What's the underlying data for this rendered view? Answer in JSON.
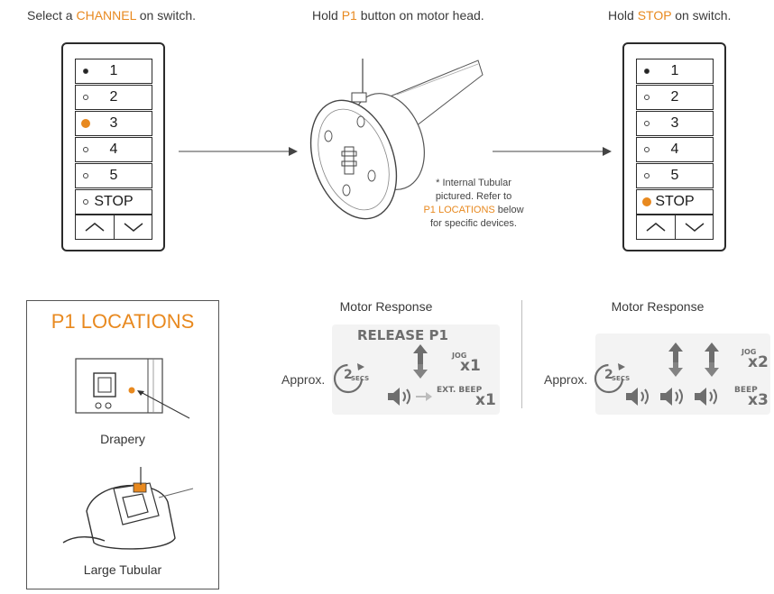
{
  "steps": [
    {
      "prefix": "Select a ",
      "highlight": "CHANNEL",
      "suffix": " on switch."
    },
    {
      "prefix": "Hold ",
      "highlight": "P1",
      "suffix": " button on motor head."
    },
    {
      "prefix": "Hold ",
      "highlight": "STOP",
      "suffix": " on switch."
    }
  ],
  "remote_left": {
    "buttons": [
      {
        "label": "1",
        "dot": "filled"
      },
      {
        "label": "2",
        "dot": "empty"
      },
      {
        "label": "3",
        "dot": "active"
      },
      {
        "label": "4",
        "dot": "empty"
      },
      {
        "label": "5",
        "dot": "empty"
      },
      {
        "label": "STOP",
        "dot": "empty"
      }
    ]
  },
  "remote_right": {
    "buttons": [
      {
        "label": "1",
        "dot": "filled"
      },
      {
        "label": "2",
        "dot": "empty"
      },
      {
        "label": "3",
        "dot": "empty"
      },
      {
        "label": "4",
        "dot": "empty"
      },
      {
        "label": "5",
        "dot": "empty"
      },
      {
        "label": "STOP",
        "dot": "active"
      }
    ]
  },
  "motor_note": {
    "line1": "* Internal Tubular",
    "line2": "pictured. Refer to",
    "link": "P1 LOCATIONS",
    "line3_suffix": " below",
    "line4": "for specific devices."
  },
  "p1_locations": {
    "title": "P1 LOCATIONS",
    "drapery_label": "Drapery",
    "tubular_label": "Large Tubular"
  },
  "response_left": {
    "title": "Motor Response",
    "approx": "Approx.",
    "timer_number": "2",
    "timer_unit": "SECS",
    "release": "RELEASE P1",
    "jog_label": "JOG",
    "jog_count": "x1",
    "beep_label": "EXT. BEEP",
    "beep_count": "x1"
  },
  "response_right": {
    "title": "Motor Response",
    "approx": "Approx.",
    "timer_number": "2",
    "timer_unit": "SECS",
    "jog_label": "JOG",
    "jog_count": "x2",
    "beep_label": "BEEP",
    "beep_count": "x3"
  },
  "colors": {
    "accent": "#e8891f",
    "outline": "#2b2b2b",
    "icon_grey": "#6e6e6e"
  }
}
